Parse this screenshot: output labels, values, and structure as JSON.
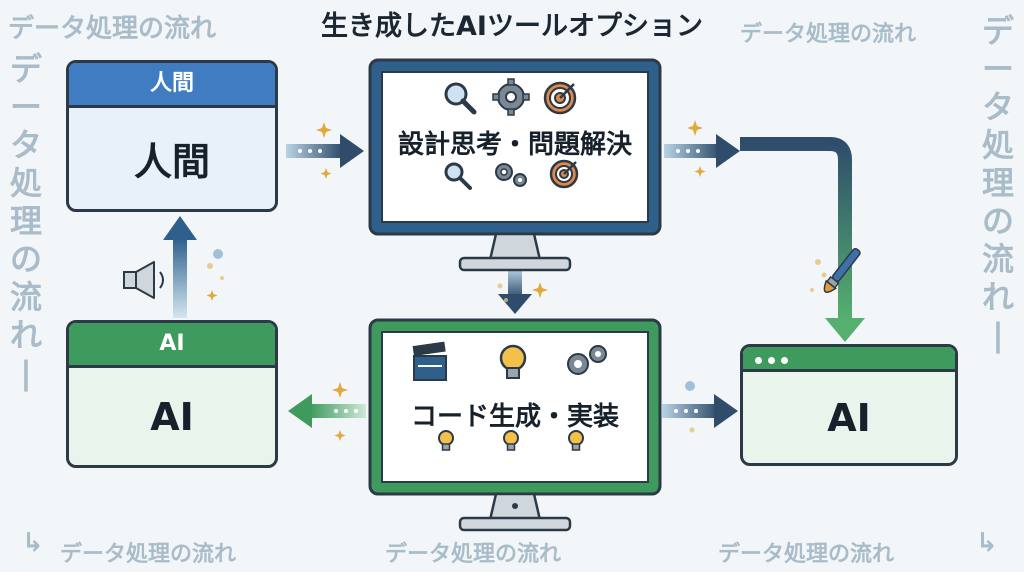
{
  "title": "生き成したAIツールオプション",
  "watermark": {
    "text": "データ処理の流れ",
    "vertical": "データ処理の流れ|",
    "corner_arrow": "↳"
  },
  "cards": {
    "human": {
      "header": "人間",
      "body": "人間"
    },
    "ai_left": {
      "header": "AI",
      "body": "AI"
    },
    "ai_right": {
      "body": "AI"
    }
  },
  "monitors": {
    "top": {
      "label": "設計思考・問題解決"
    },
    "bottom": {
      "label": "コード生成・実装"
    }
  },
  "icons": [
    "magnifier-icon",
    "gear-icon",
    "target-icon",
    "clapperboard-icon",
    "lightbulb-icon",
    "speaker-icon",
    "paintbrush-icon",
    "sparkle-icon"
  ],
  "colors": {
    "blue": "#3f7cc1",
    "green": "#3e9b5d",
    "navy": "#2f4d6b",
    "outline": "#2c3a48"
  }
}
